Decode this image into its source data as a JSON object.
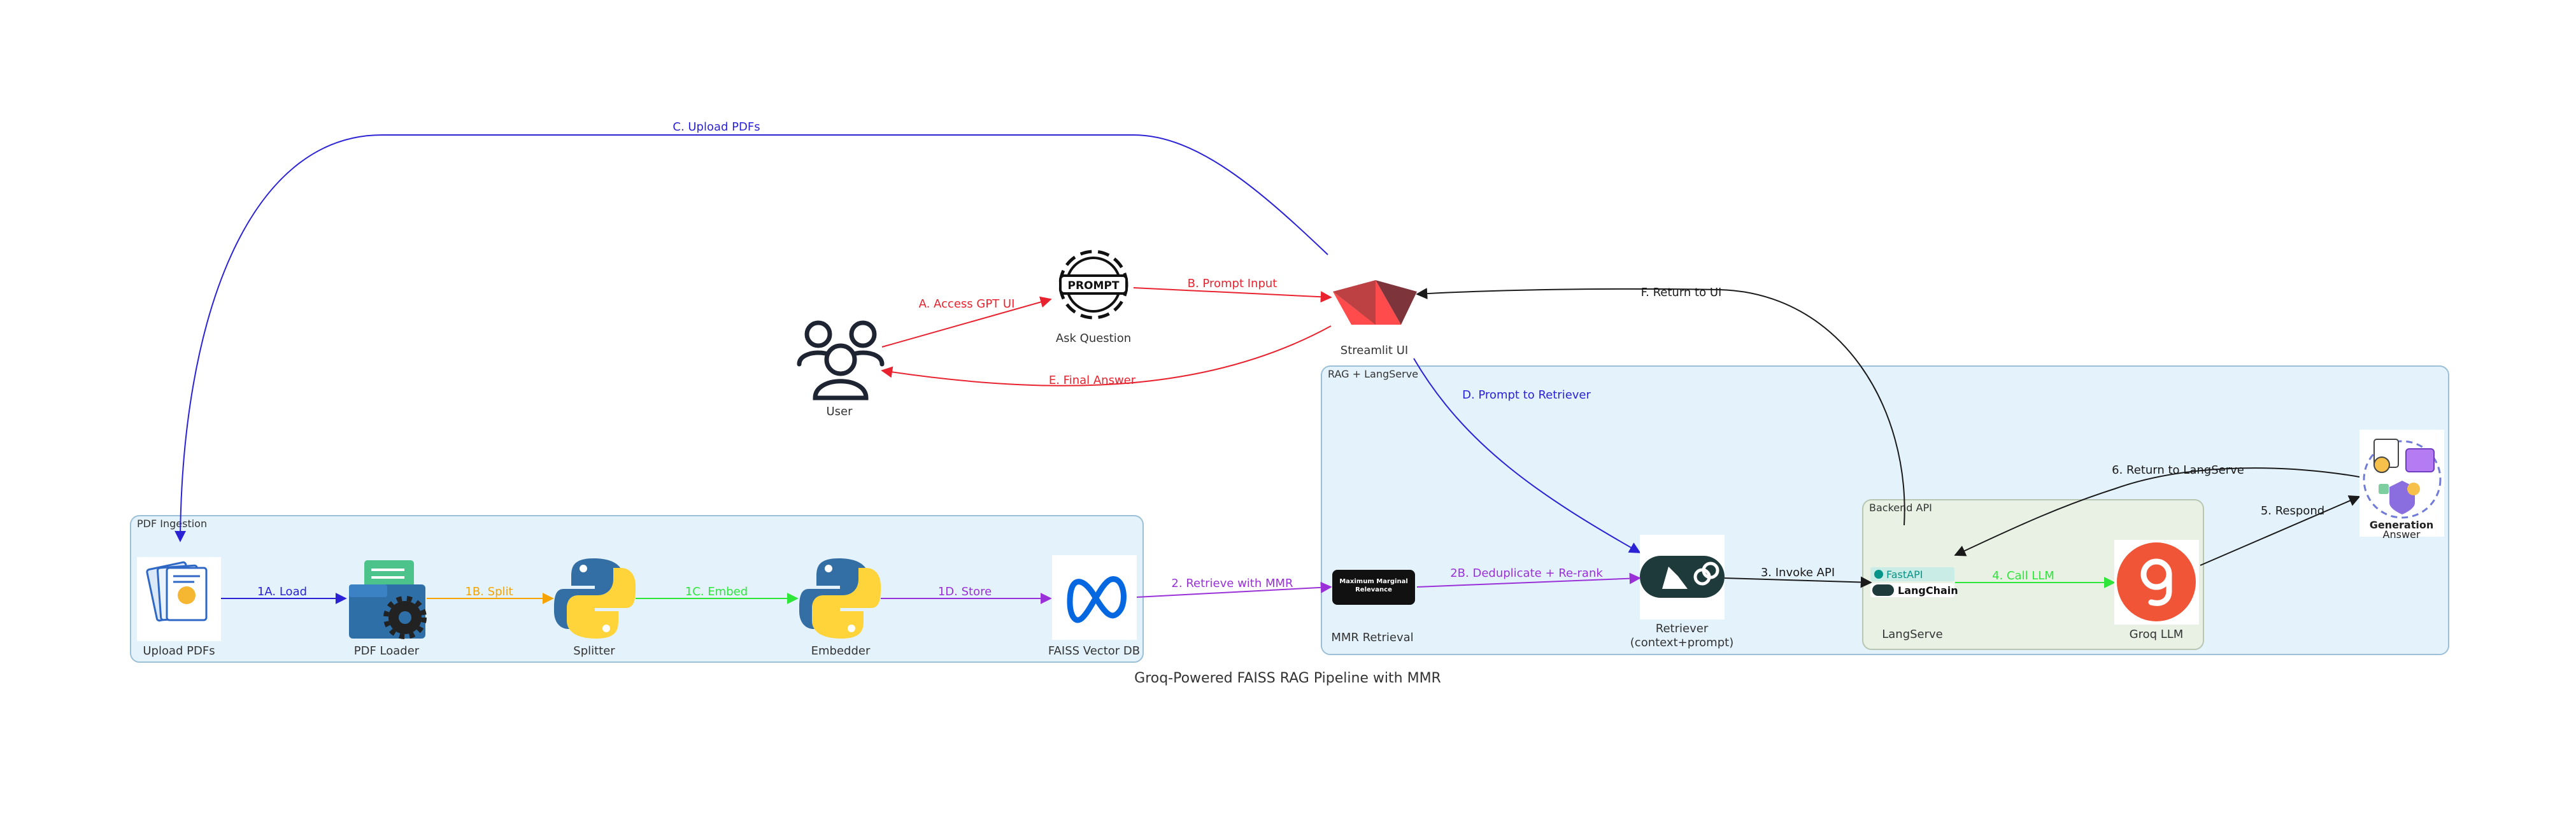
{
  "title": "Groq-Powered FAISS RAG Pipeline with MMR",
  "groups": {
    "pdf_ingestion": "PDF Ingestion",
    "rag_langserve": "RAG + LangServe",
    "backend_api": "Backend API"
  },
  "nodes": {
    "user": "User",
    "ask_question": "Ask Question",
    "prompt_text": "PROMPT",
    "streamlit": "Streamlit UI",
    "upload_pdfs": "Upload PDFs",
    "pdf_loader": "PDF Loader",
    "splitter": "Splitter",
    "embedder": "Embedder",
    "faiss": "FAISS Vector DB",
    "mmr": "MMR Retrieval",
    "mmr_icon_line1": "Maximum Marginal",
    "mmr_icon_line2": "Relevance",
    "retriever_line1": "Retriever",
    "retriever_line2": "(context+prompt)",
    "langserve": "LangServe",
    "fastapi": "FastAPI",
    "langchain": "LangChain",
    "groq": "Groq LLM",
    "generation_line1": "Generation",
    "generation_line2": "Answer"
  },
  "edges": {
    "a": "A. Access GPT UI",
    "b": "B. Prompt Input",
    "c": "C. Upload PDFs",
    "d": "D. Prompt to Retriever",
    "e": "E. Final Answer",
    "f": "F. Return to UI",
    "load": "1A. Load",
    "split": "1B. Split",
    "embed": "1C. Embed",
    "store": "1D. Store",
    "retrieve": "2. Retrieve with MMR",
    "dedup": "2B. Deduplicate + Re-rank",
    "invoke": "3. Invoke API",
    "call_llm": "4. Call LLM",
    "respond": "5. Respond",
    "return_ls": "6. Return to LangServe"
  },
  "colors": {
    "red": "#e8222e",
    "blue": "#2b22d6",
    "orange": "#f5a300",
    "green": "#2ee63a",
    "purple": "#9a30d8",
    "black": "#1a1a1a",
    "group_fill": "#e3f2fb",
    "group_stroke": "#9bbfd6",
    "backend_fill": "#e8f1e4",
    "backend_stroke": "#b7c6b0"
  }
}
